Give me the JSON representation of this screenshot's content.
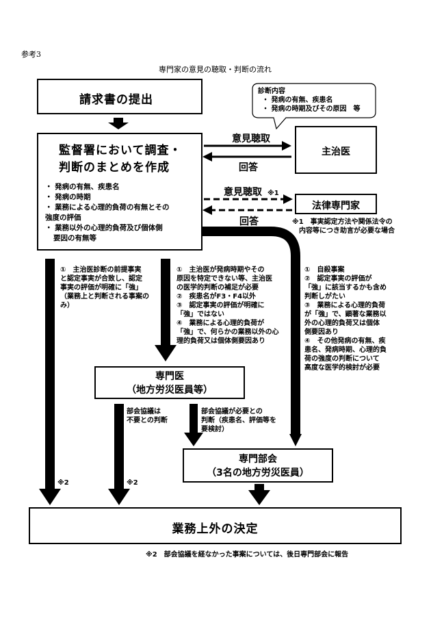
{
  "ref_label": "参考3",
  "doc_title": "専門家の意見の聴取・判断の流れ",
  "nodes": {
    "claim": "請求書の提出",
    "office_lines": [
      "監督署において調査・",
      "判断のまとめを作成"
    ],
    "office_items": [
      "・ 発病の有無、疾患名",
      "・ 発病の時期",
      "・ 業務による心理的負荷の有無とその",
      "強度の評価",
      "・ 業務以外の心理的負荷及び個体側",
      "要因の有無等"
    ],
    "attending": "主治医",
    "legal": "法律専門家",
    "specialist_lines": [
      "専門医",
      "（地方労災医員等）"
    ],
    "committee_lines": [
      "専門部会",
      "（3名の地方労災医員）"
    ],
    "decision": "業務上外の決定"
  },
  "callout": {
    "title": "診断内容",
    "items": [
      "・ 発病の有無、疾患名",
      "・ 発病の時期及びその原因　等"
    ]
  },
  "edges": {
    "opinion1": "意見聴取",
    "reply1": "回答",
    "opinion2": "意見聴取",
    "opinion2_mark": "※1",
    "reply2": "回答"
  },
  "notes": {
    "note1_lines": [
      "※1　事実認定方法や関係法令の",
      "内容等につき助言が必要な場合"
    ],
    "cond_a": [
      "①　主治医診断の前提事実",
      "と認定事実が合致し、認定",
      "事実の評価が明確に「強」",
      "（業務上と判断される事案の",
      "み）"
    ],
    "cond_b": [
      "①　主治医が発病時期やその",
      "原因を特定できない等、主治医",
      "の医学的判断の補足が必要",
      "②　疾患名がF3・F4以外",
      "③　認定事実の評価が明確に",
      "「強」ではない",
      "④　業務による心理的負荷が",
      "「強」で、何らかの業務以外の心",
      "理的負荷又は個体側要因あり"
    ],
    "cond_c": [
      "①　自殺事案",
      "②　認定事実の評価が",
      "「強」に該当するかも含め",
      "判断しがたい",
      "③　業務による心理的負荷",
      "が「強」で、顕著な業務以",
      "外の心理的負荷又は個体",
      "側要因あり",
      "④　その他発病の有無、疾",
      "患名、発病時期、心理的負",
      "荷の強度の判断について",
      "高度な医学的検討が必要"
    ],
    "spec_no": [
      "部会協議は",
      "不要との判断"
    ],
    "spec_yes": [
      "部会協議が必要との",
      "判断（疾患名、評価等を",
      "要検討）"
    ],
    "mark2a": "※2",
    "mark2b": "※2",
    "footnote": "※2　部会協議を経なかった事案については、後日専門部会に報告"
  }
}
